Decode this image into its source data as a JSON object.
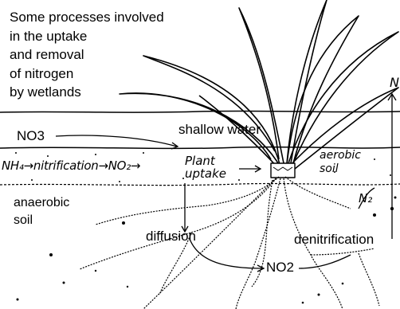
{
  "title_lines": [
    "Some processes involved",
    "in the uptake",
    "and removal",
    "of nitrogen",
    "by wetlands"
  ],
  "labels": {
    "no3": "NO3",
    "shallow_water": "shallow water",
    "anaerobic_soil": [
      "anaerobic",
      "soil"
    ],
    "diffusion": "diffusion",
    "denitrification": "denitrification",
    "no2": "NO2"
  },
  "handwritten": {
    "nitrification_row": "NH₄→nitrification→NO₂→",
    "plant_uptake": [
      "Plant",
      "uptake"
    ],
    "aerobic_soil": [
      "aerobic",
      "soil"
    ],
    "n2": "N₂",
    "n_top": "N"
  },
  "icons": [
    "plant-icon",
    "root-icon",
    "arrow-icon"
  ]
}
